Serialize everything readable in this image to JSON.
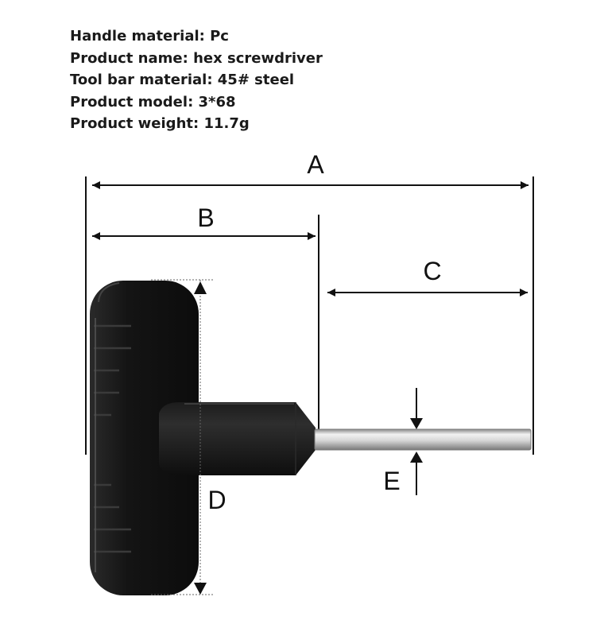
{
  "specs": [
    {
      "label": "Handle material",
      "value": "Pc"
    },
    {
      "label": "Product name",
      "value": "hex screwdriver"
    },
    {
      "label": "Tool bar material",
      "value": "45# steel"
    },
    {
      "label": "Product model",
      "value": "3*68"
    },
    {
      "label": "Product weight",
      "value": "11.7g"
    }
  ],
  "dimensions": {
    "A": "A",
    "B": "B",
    "C": "C",
    "D": "D",
    "E": "E"
  },
  "colors": {
    "handle": "#121212",
    "shaft": "#d4d4d4",
    "line": "#111111"
  }
}
